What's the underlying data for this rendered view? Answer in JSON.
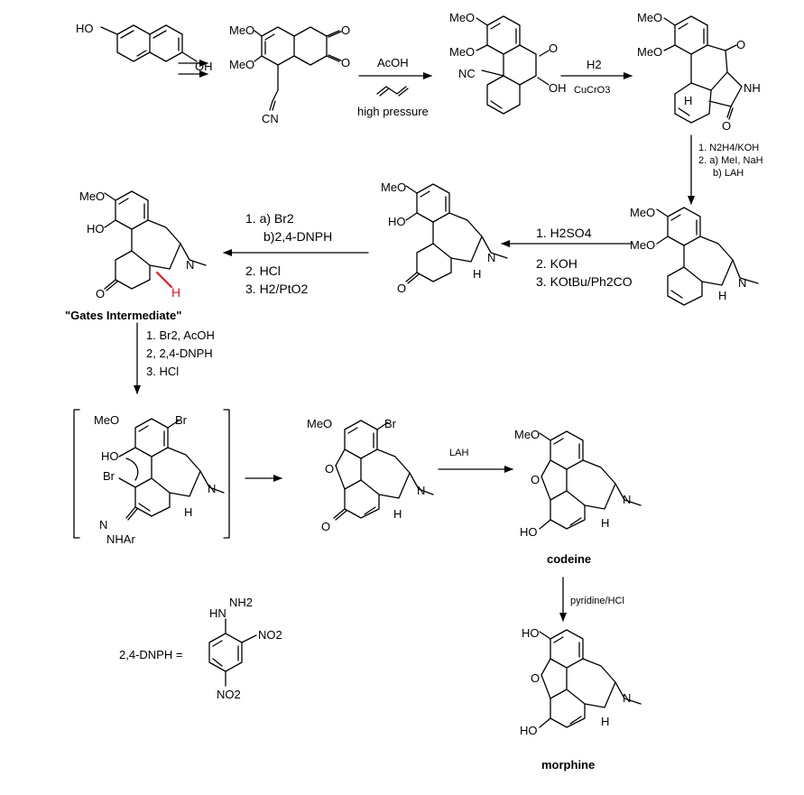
{
  "compounds": {
    "c1": {
      "atoms": [
        "HO",
        "OH"
      ]
    },
    "c2": {
      "atoms": [
        "MeO",
        "MeO",
        "O",
        "O",
        "CN"
      ]
    },
    "c3": {
      "atoms": [
        "MeO",
        "MeO",
        "O",
        "NC",
        "OH"
      ]
    },
    "c4": {
      "atoms": [
        "MeO",
        "MeO",
        "O",
        "NH",
        "O",
        "H"
      ]
    },
    "c5": {
      "atoms": [
        "MeO",
        "MeO",
        "N",
        "H"
      ]
    },
    "c6": {
      "atoms": [
        "MeO",
        "HO",
        "N",
        "O",
        "H"
      ]
    },
    "c7": {
      "atoms": [
        "MeO",
        "HO",
        "N",
        "O",
        "H"
      ],
      "name": "\"Gates Intermediate\""
    },
    "c8": {
      "atoms": [
        "MeO",
        "Br",
        "HO",
        "Br",
        "N",
        "N",
        "NHAr",
        "H"
      ]
    },
    "c9": {
      "atoms": [
        "MeO",
        "Br",
        "O",
        "N",
        "O",
        "H"
      ]
    },
    "c10": {
      "atoms": [
        "MeO",
        "O",
        "N",
        "HO",
        "H"
      ],
      "name": "codeine"
    },
    "c11": {
      "atoms": [
        "HO",
        "O",
        "N",
        "HO",
        "H"
      ],
      "name": "morphine"
    },
    "dnph": {
      "label": "2,4-DNPH =",
      "atoms": [
        "HN",
        "NH2",
        "NO2",
        "NO2"
      ]
    }
  },
  "reactions": {
    "r1": {
      "conditions": []
    },
    "r2": {
      "conditions": [
        "AcOH",
        "high pressure"
      ]
    },
    "r3": {
      "conditions": [
        "H2",
        "CuCrO3"
      ]
    },
    "r4": {
      "conditions": [
        "1. N2H4/KOH",
        "2. a) MeI, NaH",
        "b) LAH"
      ]
    },
    "r5": {
      "conditions": [
        "1. H2SO4",
        "2. KOH",
        "3. KOtBu/Ph2CO"
      ]
    },
    "r6": {
      "conditions": [
        "1. a) Br2",
        "b)2,4-DNPH",
        "2. HCl",
        "3. H2/PtO2"
      ]
    },
    "r7": {
      "conditions": [
        "1. Br2, AcOH",
        "2, 2,4-DNPH",
        "3. HCl"
      ]
    },
    "r8": {
      "conditions": []
    },
    "r9": {
      "conditions": [
        "LAH"
      ]
    },
    "r10": {
      "conditions": [
        "pyridine/HCl"
      ]
    }
  },
  "colors": {
    "ink": "#000000",
    "highlight": "#e8141e"
  }
}
